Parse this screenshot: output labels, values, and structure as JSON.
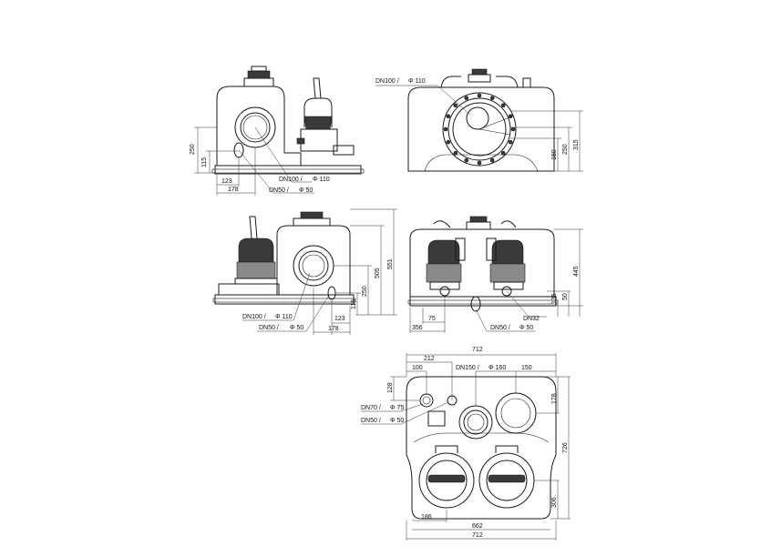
{
  "view1": {
    "dim_250": "250",
    "dim_115": "115",
    "dim_123": "123",
    "dim_178": "178",
    "label_dn100": "DN100 /",
    "label_dn100_dia": "Φ 110",
    "label_dn50": "DN50 /",
    "label_dn50_dia": "Φ 50"
  },
  "view2": {
    "label_dn100": "DN100 /",
    "label_dn100_dia": "Φ 110",
    "dim_315": "315",
    "dim_250": "250",
    "dim_180": "180"
  },
  "view3": {
    "dim_551": "551",
    "dim_505": "505",
    "dim_250": "250",
    "dim_115": "115",
    "dim_123": "123",
    "dim_178": "178",
    "label_dn100": "DN100 /",
    "label_dn100_dia": "Φ 110",
    "label_dn50": "DN50 /",
    "label_dn50_dia": "Φ 50"
  },
  "view4": {
    "dim_445": "445",
    "dim_50": "50",
    "dim_135": "135",
    "dim_75": "75",
    "dim_356": "356",
    "label_dn32": "DN32",
    "label_dn50": "DN50 /",
    "label_dn50_dia": "Φ 50"
  },
  "view5": {
    "dim_712_top": "712",
    "dim_212": "212",
    "dim_100": "100",
    "label_dn150": "DN150 /",
    "label_dn150_dia": "Φ 160",
    "dim_150": "150",
    "dim_128": "128",
    "dim_178": "178",
    "dim_726": "726",
    "dim_306": "306",
    "dim_186": "186",
    "dim_662": "662",
    "dim_712_bottom": "712",
    "label_dn70": "DN70 /",
    "label_dn70_dia": "Φ 75",
    "label_dn50": "DN50 /",
    "label_dn50_dia": "Φ 50"
  }
}
